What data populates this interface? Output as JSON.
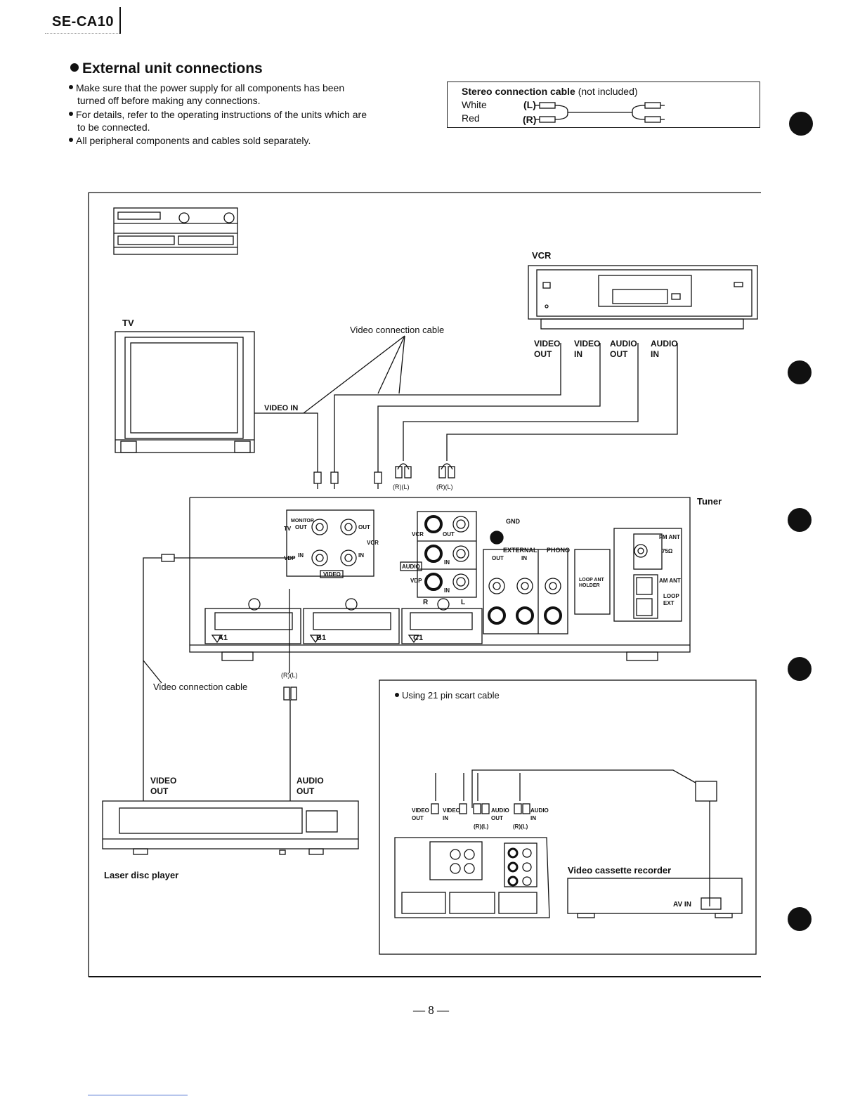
{
  "header": {
    "model": "SE-CA10"
  },
  "section": {
    "title": "External unit connections",
    "notes": [
      {
        "line1": "Make sure that the power supply for all components has been",
        "line2": "turned off before making any connections."
      },
      {
        "line1": "For details, refer to the operating instructions of the units which are",
        "line2": "to be connected."
      },
      {
        "line1": "All peripheral components and cables sold separately.",
        "line2": ""
      }
    ]
  },
  "cable_box": {
    "title_bold": "Stereo connection cable",
    "title_rest": " (not included)",
    "rows": [
      {
        "color": "White",
        "channel": "(L)"
      },
      {
        "color": "Red",
        "channel": "(R)"
      }
    ]
  },
  "diagram": {
    "vcr_label": "VCR",
    "tv_label": "TV",
    "tuner_label": "Tuner",
    "video_cable_top": "Video connection cable",
    "video_cable_bottom": "Video connection cable",
    "tv_video_in": "VIDEO IN",
    "vcr_ports": [
      {
        "l1": "VIDEO",
        "l2": "OUT"
      },
      {
        "l1": "VIDEO",
        "l2": "IN"
      },
      {
        "l1": "AUDIO",
        "l2": "OUT"
      },
      {
        "l1": "AUDIO",
        "l2": "IN"
      }
    ],
    "rl": "(R)(L)",
    "panel": {
      "monitor": "MONITOR",
      "tv": "TV",
      "out": "OUT",
      "in": "IN",
      "vcr": "VCR",
      "vdp": "VDP",
      "video": "VIDEO",
      "audio": "AUDIO",
      "gnd": "GND",
      "external": "EXTERNAL",
      "phono": "PHONO",
      "fm_ant": "FM ANT",
      "ohm": "75Ω",
      "am_ant": "AM ANT",
      "loop": "LOOP",
      "ext": "EXT",
      "loop_holder": "LOOP ANT HOLDER",
      "r": "R",
      "l": "L",
      "a1": "A1",
      "b1": "B1",
      "c1": "C1"
    },
    "ldp_ports": [
      {
        "l1": "VIDEO",
        "l2": "OUT"
      },
      {
        "l1": "AUDIO",
        "l2": "OUT"
      }
    ],
    "ldp_label": "Laser disc player",
    "scart": {
      "title": "Using 21 pin scart cable",
      "ports": [
        {
          "l1": "VIDEO",
          "l2": "OUT"
        },
        {
          "l1": "VIDEO",
          "l2": "IN"
        },
        {
          "l1": "AUDIO",
          "l2": "OUT"
        },
        {
          "l1": "AUDIO",
          "l2": "IN"
        }
      ],
      "rl": "(R)(L)",
      "vcr_label": "Video cassette recorder",
      "av_in": "AV IN"
    }
  },
  "footer": {
    "page": "— 8 —"
  }
}
